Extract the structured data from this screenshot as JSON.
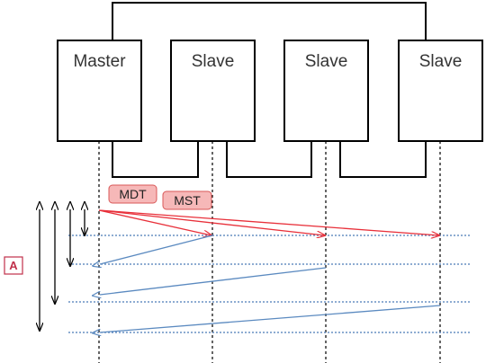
{
  "nodes": {
    "master": "Master",
    "slave_1": "Slave",
    "slave_2": "Slave",
    "slave_3": "Slave"
  },
  "telegrams": {
    "mdt": "MDT",
    "mst": "MST"
  },
  "timing_label": "A",
  "colors": {
    "box_border": "#000000",
    "mdt_arrow": "#e8303a",
    "mst_arrow": "#5b8ac0",
    "dotted_line": "#4a7ab8",
    "tag_fill": "#f6b8b8",
    "tag_border": "#d95858",
    "timing_box_border": "#c0304a"
  }
}
